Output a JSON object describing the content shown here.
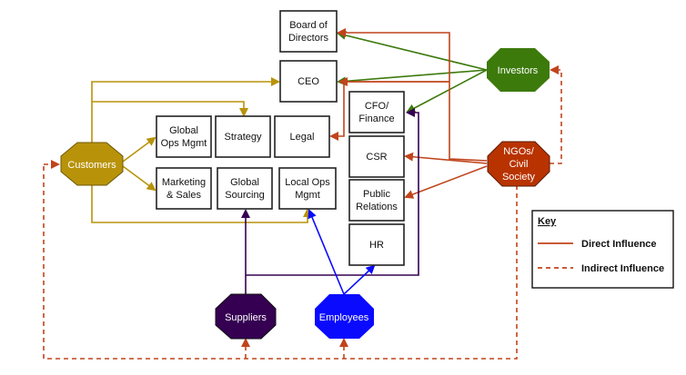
{
  "colors": {
    "customers": "#b8930a",
    "investors": "#3d7a0c",
    "ngos": "#b83300",
    "suppliers": "#350052",
    "employees": "#0a0aff",
    "direct": "#c0441c",
    "indirect": "#c0441c"
  },
  "org_boxes": {
    "board": [
      "Board of",
      "Directors"
    ],
    "ceo": [
      "CEO"
    ],
    "global_ops": [
      "Global",
      "Ops Mgmt"
    ],
    "strategy": [
      "Strategy"
    ],
    "legal": [
      "Legal"
    ],
    "cfo": [
      "CFO/",
      "Finance"
    ],
    "marketing": [
      "Marketing",
      "& Sales"
    ],
    "global_sourcing": [
      "Global",
      "Sourcing"
    ],
    "local_ops": [
      "Local Ops",
      "Mgmt"
    ],
    "csr": [
      "CSR"
    ],
    "pr": [
      "Public",
      "Relations"
    ],
    "hr": [
      "HR"
    ]
  },
  "stakeholders": {
    "customers": [
      "Customers"
    ],
    "investors": [
      "Investors"
    ],
    "ngos": [
      "NGOs/",
      "Civil",
      "Society"
    ],
    "suppliers": [
      "Suppliers"
    ],
    "employees": [
      "Employees"
    ]
  },
  "key": {
    "title": "Key",
    "direct": "Direct Influence",
    "indirect": "Indirect Influence"
  }
}
